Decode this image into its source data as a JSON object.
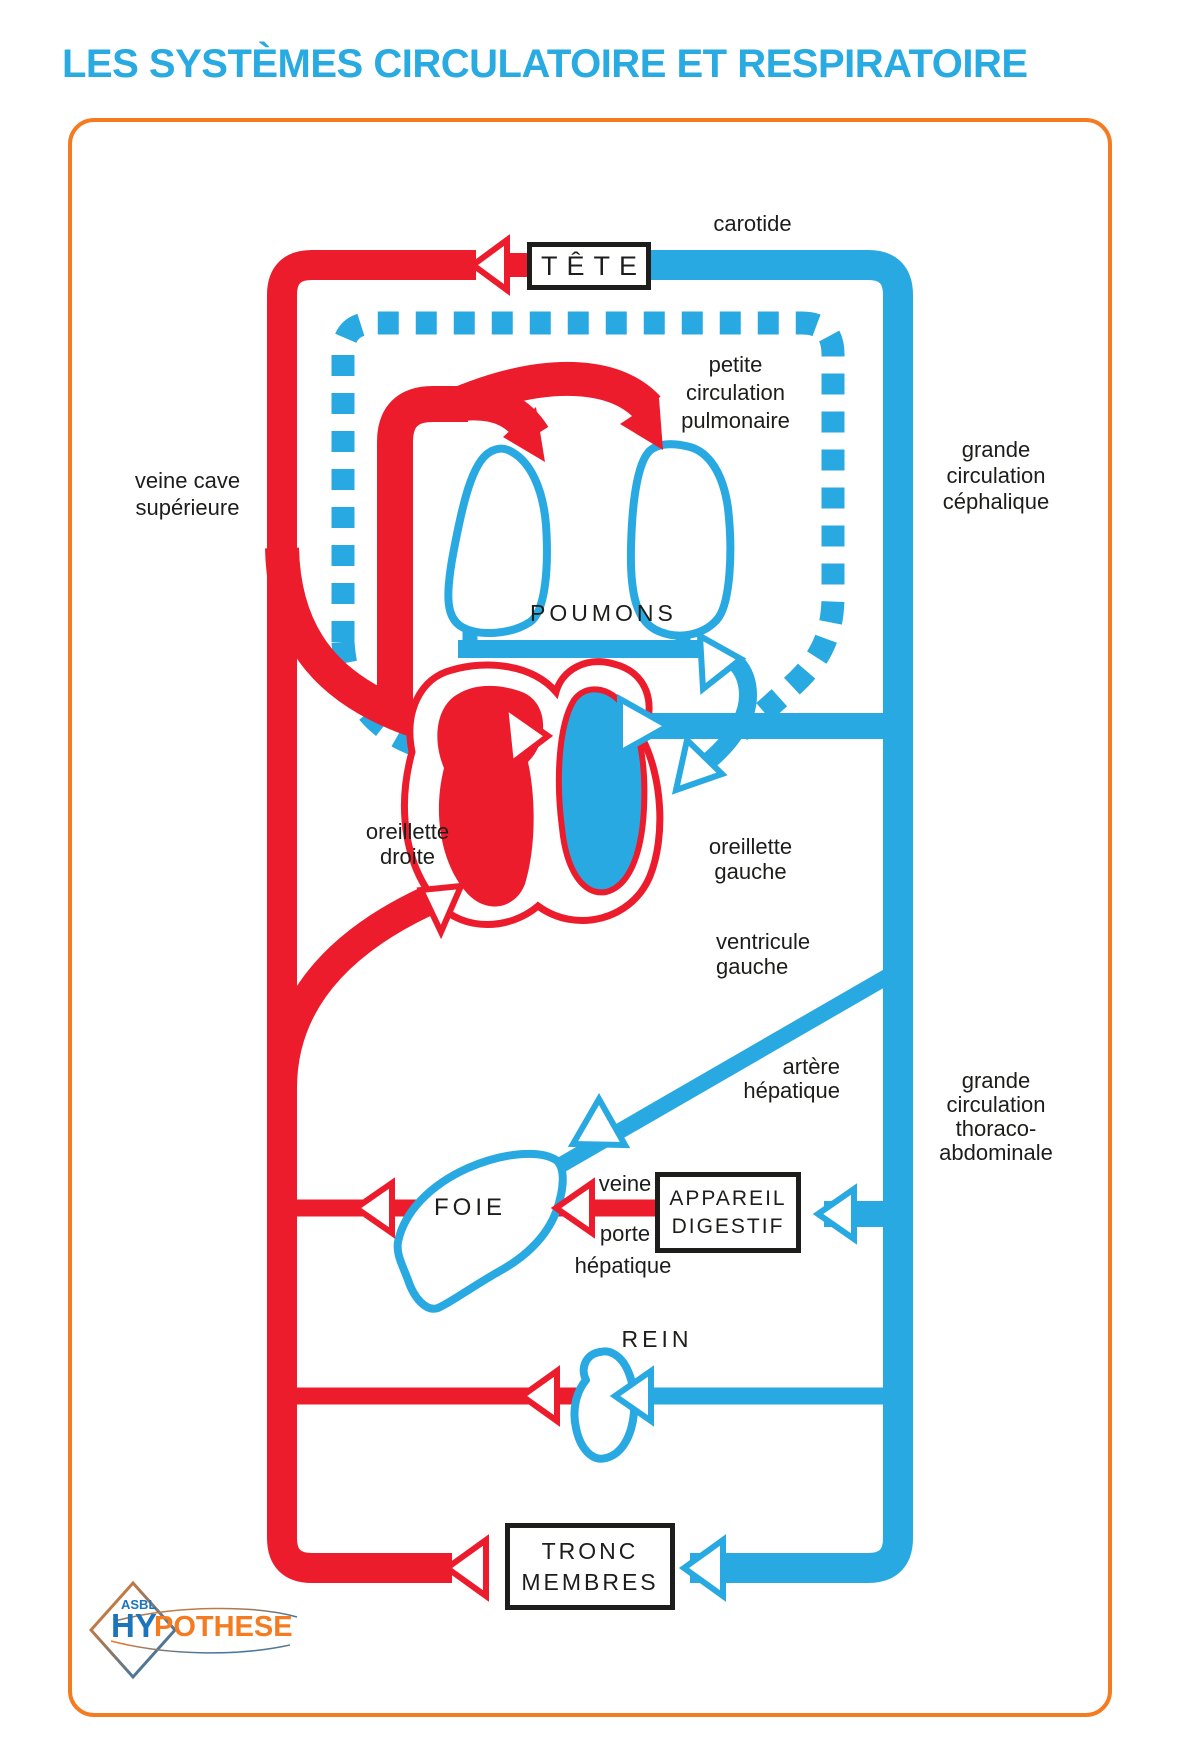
{
  "title": "LES SYSTÈMES CIRCULATOIRE ET RESPIRATOIRE",
  "colors": {
    "red": "#EC1C2C",
    "blue": "#29A9E1",
    "orange": "#F47B20",
    "ink": "#1D1D1B",
    "title_blue": "#29ABE2"
  },
  "labels": {
    "carotide": "carotide",
    "petite_circulation": [
      "petite",
      "circulation",
      "pulmonaire"
    ],
    "grande_cephalique": [
      "grande",
      "circulation",
      "céphalique"
    ],
    "veine_cave": [
      "veine cave",
      "supérieure"
    ],
    "poumons": "POUMONS",
    "oreillette_droite": [
      "oreillette",
      "droite"
    ],
    "oreillette_gauche": [
      "oreillette",
      "gauche"
    ],
    "ventricule_gauche": [
      "ventricule",
      "gauche"
    ],
    "artere_hepatique": [
      "artère",
      "hépatique"
    ],
    "grande_thoraco": [
      "grande",
      "circulation",
      "thoraco-",
      "abdominale"
    ],
    "foie": "FOIE",
    "veine_porte": [
      "veine",
      "porte",
      "hépatique"
    ],
    "rein": "REIN"
  },
  "boxes": {
    "tete": "TÊTE",
    "appareil_digestif": [
      "APPAREIL",
      "DIGESTIF"
    ],
    "tronc_membres": [
      "TRONC",
      "MEMBRES"
    ]
  },
  "logo": {
    "asbl": "ASBL",
    "hy": "HY",
    "pothese": "POTHESE"
  }
}
